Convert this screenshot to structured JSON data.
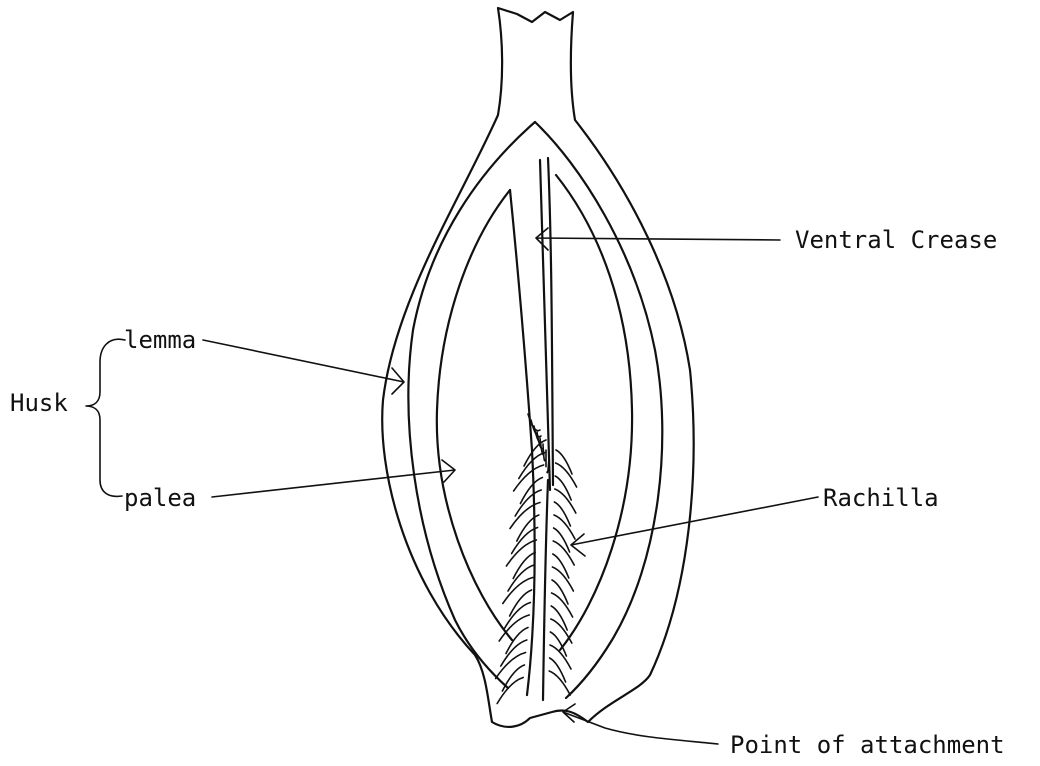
{
  "labels": {
    "ventral_crease": "Ventral Crease",
    "lemma": "lemma",
    "husk": "Husk",
    "palea": "palea",
    "rachilla": "Rachilla",
    "point_of_attachment": "Point of attachment"
  },
  "colors": {
    "ink": "#111111",
    "background": "#ffffff"
  }
}
